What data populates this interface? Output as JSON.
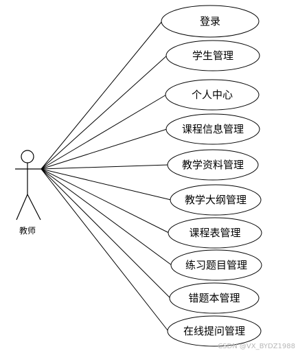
{
  "actor": {
    "label": "教师"
  },
  "use_cases": [
    {
      "label": "登录"
    },
    {
      "label": "学生管理"
    },
    {
      "label": "个人中心"
    },
    {
      "label": "课程信息管理"
    },
    {
      "label": "教学资料管理"
    },
    {
      "label": "教学大纲管理"
    },
    {
      "label": "课程表管理"
    },
    {
      "label": "练习题目管理"
    },
    {
      "label": "错题本管理"
    },
    {
      "label": "在线提问管理"
    }
  ],
  "watermark": "CSDN @VX_BYDZ1988"
}
